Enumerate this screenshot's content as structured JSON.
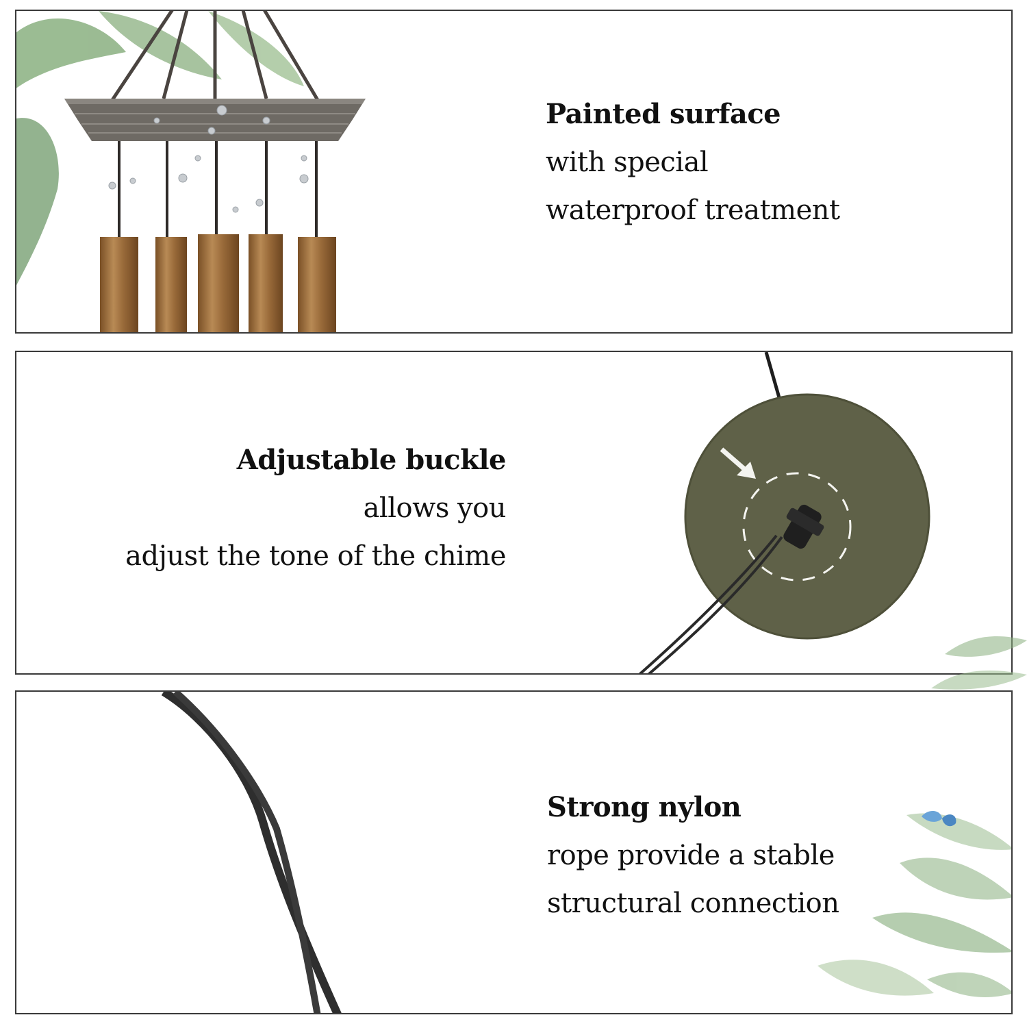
{
  "panels": [
    {
      "heading": "Painted surface",
      "lines": [
        "with special",
        "waterproof treatment"
      ]
    },
    {
      "heading": "Adjustable buckle",
      "lines": [
        "allows you",
        "adjust the tone of the chime"
      ]
    },
    {
      "heading": "Strong nylon",
      "lines": [
        "rope provide a stable",
        "structural connection"
      ]
    }
  ],
  "colors": {
    "border": "#3a3a3a",
    "tube": "#9a6b3a",
    "disc": "#5f6148",
    "leaf": "#6f9a6a",
    "rope": "#2a2a2a"
  }
}
